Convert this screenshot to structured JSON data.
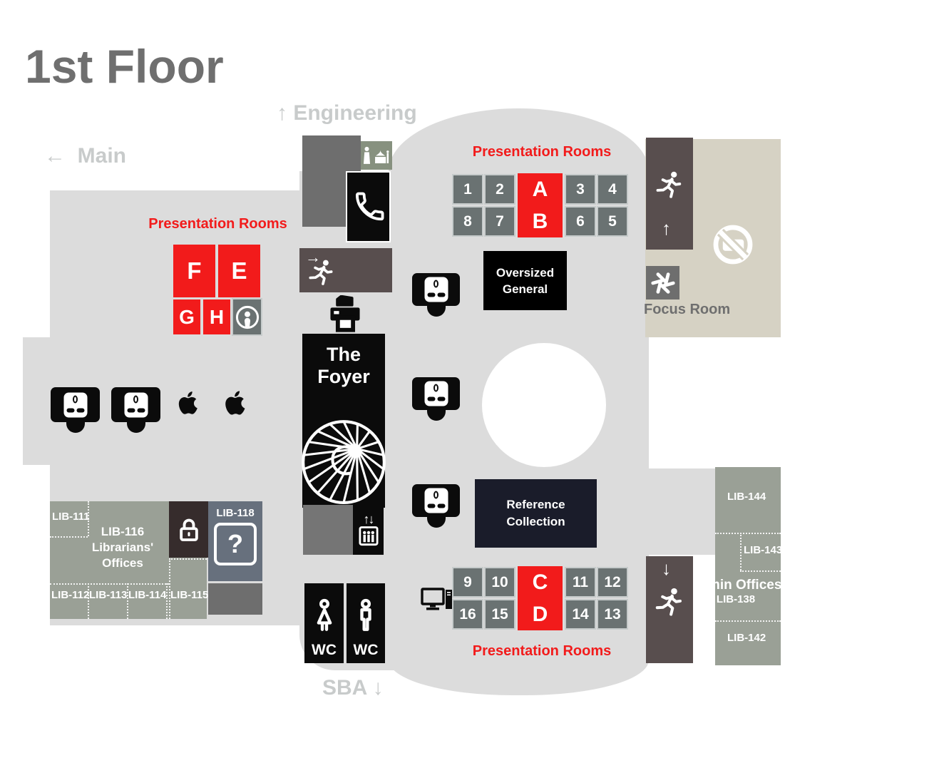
{
  "title": "1st Floor",
  "nav": {
    "engineering": {
      "arrow": "↑",
      "label": "Engineering"
    },
    "main": {
      "arrow": "←",
      "label": "Main"
    },
    "sba": {
      "label": "SBA",
      "arrow": "↓"
    }
  },
  "presentation_top": {
    "title": "Presentation Rooms",
    "rows": [
      [
        {
          "t": "1"
        },
        {
          "t": "2"
        },
        {
          "t": "A",
          "red": true
        },
        {
          "t": "3"
        },
        {
          "t": "4"
        }
      ],
      [
        {
          "t": "8"
        },
        {
          "t": "7"
        },
        {
          "t": "B",
          "red": true
        },
        {
          "t": "6"
        },
        {
          "t": "5"
        }
      ]
    ]
  },
  "presentation_bottom": {
    "title": "Presentation Rooms",
    "rows": [
      [
        {
          "t": "9"
        },
        {
          "t": "10"
        },
        {
          "t": "C",
          "red": true
        },
        {
          "t": "11"
        },
        {
          "t": "12"
        }
      ],
      [
        {
          "t": "16"
        },
        {
          "t": "15"
        },
        {
          "t": "D",
          "red": true
        },
        {
          "t": "14"
        },
        {
          "t": "13"
        }
      ]
    ]
  },
  "presentation_left": {
    "title": "Presentation Rooms",
    "large": [
      {
        "t": "F",
        "red": true
      },
      {
        "t": "E",
        "red": true
      }
    ],
    "small": [
      {
        "t": "G",
        "red": true
      },
      {
        "t": "H",
        "red": true
      }
    ]
  },
  "foyer": {
    "line1": "The",
    "line2": "Foyer"
  },
  "labels": {
    "oversized1": "Oversized",
    "oversized2": "General",
    "reference1": "Reference",
    "reference2": "Collection",
    "focus_room": "Focus Room",
    "wc": "WC"
  },
  "offices_left": {
    "lib111": "LIB-111",
    "lib116_lines": [
      "LIB-116",
      "Librarians'",
      "Offices"
    ],
    "lib112": "LIB-112",
    "lib113": "LIB-113",
    "lib114": "LIB-114",
    "lib115": "LIB-115",
    "lib118": "LIB-118"
  },
  "offices_right": {
    "lib144": "LIB-144",
    "lib143": "LIB-143",
    "admin_title": "Admin Offices",
    "admin_sub": "LIB-138",
    "lib142": "LIB-142"
  },
  "glyphs": {
    "elevator_arrows": "↑↓",
    "help": "?",
    "exit_up": "↑",
    "exit_down": "↓",
    "exit_right": "→"
  },
  "colors": {
    "floor": "#dcdcdc",
    "sage": "#9aa096",
    "beige": "#d6d2c4",
    "dark_gray": "#6e6e6e",
    "mid_gray": "#757575",
    "exit_brown": "#584e4e",
    "black": "#0b0b0b",
    "navy": "#1a1c2a",
    "red": "#f21b1b",
    "room_gray": "#6a7272",
    "slate": "#67707d",
    "lock_brown": "#362c2c",
    "light_text": "#c8cbcb",
    "title_gray": "#6f6f6f",
    "prayer_green": "#87917f",
    "white": "#ffffff"
  }
}
